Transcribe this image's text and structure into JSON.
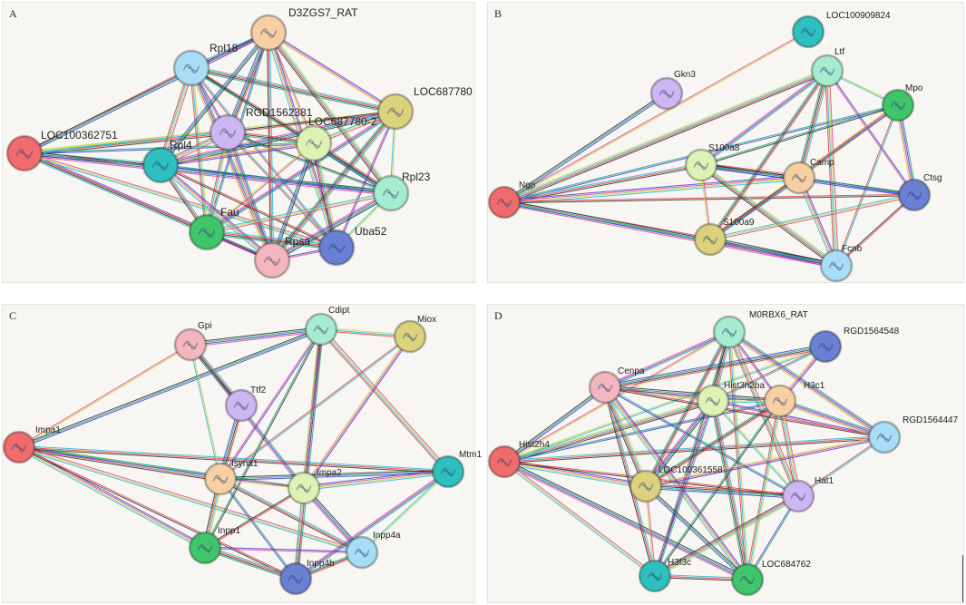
{
  "panels": [
    {
      "id": "A",
      "letter": "A",
      "nodes": [
        {
          "id": "LOC100362751",
          "label": "LOC100362751",
          "color": "#f06b6b"
        },
        {
          "id": "Rpl18",
          "label": "Rpl18",
          "color": "#a9dcf5"
        },
        {
          "id": "D3ZGS7_RAT",
          "label": "D3ZGS7_RAT",
          "color": "#f6cfa4"
        },
        {
          "id": "LOC687780",
          "label": "LOC687780",
          "color": "#dcd27e"
        },
        {
          "id": "RGD1562381",
          "label": "RGD1562381",
          "color": "#cdb6f1"
        },
        {
          "id": "LOC687780-2",
          "label": "LOC687780-2",
          "color": "#ddf2b4"
        },
        {
          "id": "Rpl4",
          "label": "Rpl4",
          "color": "#2fbfbf"
        },
        {
          "id": "Rpl23",
          "label": "Rpl23",
          "color": "#a5ecd0"
        },
        {
          "id": "Fau",
          "label": "Fau",
          "color": "#41c56b"
        },
        {
          "id": "Rpsa",
          "label": "Rpsa",
          "color": "#f4b6be"
        },
        {
          "id": "Uba52",
          "label": "Uba52",
          "color": "#6a80d2"
        }
      ],
      "edges": [
        [
          "LOC100362751",
          "Rpl18"
        ],
        [
          "LOC100362751",
          "D3ZGS7_RAT"
        ],
        [
          "LOC100362751",
          "RGD1562381"
        ],
        [
          "LOC100362751",
          "LOC687780-2"
        ],
        [
          "LOC100362751",
          "Rpl4"
        ],
        [
          "LOC100362751",
          "Fau"
        ],
        [
          "LOC100362751",
          "Rpsa"
        ],
        [
          "LOC100362751",
          "Uba52"
        ],
        [
          "LOC100362751",
          "Rpl23"
        ],
        [
          "LOC100362751",
          "LOC687780"
        ],
        [
          "Rpl18",
          "D3ZGS7_RAT"
        ],
        [
          "Rpl18",
          "LOC687780"
        ],
        [
          "Rpl18",
          "RGD1562381"
        ],
        [
          "Rpl18",
          "LOC687780-2"
        ],
        [
          "Rpl18",
          "Rpl4"
        ],
        [
          "Rpl18",
          "Rpl23"
        ],
        [
          "Rpl18",
          "Fau"
        ],
        [
          "Rpl18",
          "Rpsa"
        ],
        [
          "Rpl18",
          "Uba52"
        ],
        [
          "D3ZGS7_RAT",
          "LOC687780"
        ],
        [
          "D3ZGS7_RAT",
          "RGD1562381"
        ],
        [
          "D3ZGS7_RAT",
          "LOC687780-2"
        ],
        [
          "D3ZGS7_RAT",
          "Rpl4"
        ],
        [
          "D3ZGS7_RAT",
          "Rpl23"
        ],
        [
          "D3ZGS7_RAT",
          "Fau"
        ],
        [
          "D3ZGS7_RAT",
          "Rpsa"
        ],
        [
          "D3ZGS7_RAT",
          "Uba52"
        ],
        [
          "LOC687780",
          "RGD1562381"
        ],
        [
          "LOC687780",
          "LOC687780-2"
        ],
        [
          "LOC687780",
          "Rpl4"
        ],
        [
          "LOC687780",
          "Rpl23"
        ],
        [
          "LOC687780",
          "Fau"
        ],
        [
          "LOC687780",
          "Rpsa"
        ],
        [
          "LOC687780",
          "Uba52"
        ],
        [
          "RGD1562381",
          "LOC687780-2"
        ],
        [
          "RGD1562381",
          "Rpl4"
        ],
        [
          "RGD1562381",
          "Rpl23"
        ],
        [
          "RGD1562381",
          "Fau"
        ],
        [
          "RGD1562381",
          "Rpsa"
        ],
        [
          "RGD1562381",
          "Uba52"
        ],
        [
          "LOC687780-2",
          "Rpl4"
        ],
        [
          "LOC687780-2",
          "Rpl23"
        ],
        [
          "LOC687780-2",
          "Fau"
        ],
        [
          "LOC687780-2",
          "Rpsa"
        ],
        [
          "LOC687780-2",
          "Uba52"
        ],
        [
          "Rpl4",
          "Rpl23"
        ],
        [
          "Rpl4",
          "Fau"
        ],
        [
          "Rpl4",
          "Rpsa"
        ],
        [
          "Rpl4",
          "Uba52"
        ],
        [
          "Rpl23",
          "Fau"
        ],
        [
          "Rpl23",
          "Rpsa"
        ],
        [
          "Rpl23",
          "Uba52"
        ],
        [
          "Fau",
          "Rpsa"
        ],
        [
          "Fau",
          "Uba52"
        ],
        [
          "Rpsa",
          "Uba52"
        ]
      ]
    },
    {
      "id": "B",
      "letter": "B",
      "nodes": [
        {
          "id": "LOC100909824",
          "label": "LOC100909824",
          "color": "#2fbfbf"
        },
        {
          "id": "Gkn3",
          "label": "Gkn3",
          "color": "#cdb6f1"
        },
        {
          "id": "Ltf",
          "label": "Ltf",
          "color": "#a5ecd0"
        },
        {
          "id": "Mpo",
          "label": "Mpo",
          "color": "#41c56b"
        },
        {
          "id": "S100a8",
          "label": "S100a8",
          "color": "#ddf2b4"
        },
        {
          "id": "Camp",
          "label": "Camp",
          "color": "#f6cfa4"
        },
        {
          "id": "Ctsg",
          "label": "Ctsg",
          "color": "#6a80d2"
        },
        {
          "id": "Ngp",
          "label": "Ngp",
          "color": "#f06b6b"
        },
        {
          "id": "S100a9",
          "label": "S100a9",
          "color": "#dcd27e"
        },
        {
          "id": "Fcnb",
          "label": "Fcnb",
          "color": "#a9dcf5"
        }
      ],
      "edges": [
        [
          "Ngp",
          "LOC100909824"
        ],
        [
          "Ngp",
          "Gkn3"
        ],
        [
          "Ngp",
          "Ltf"
        ],
        [
          "Ngp",
          "Mpo"
        ],
        [
          "Ngp",
          "S100a8"
        ],
        [
          "Ngp",
          "Camp"
        ],
        [
          "Ngp",
          "Ctsg"
        ],
        [
          "Ngp",
          "S100a9"
        ],
        [
          "Ngp",
          "Fcnb"
        ],
        [
          "Ltf",
          "Mpo"
        ],
        [
          "Ltf",
          "S100a8"
        ],
        [
          "Ltf",
          "Camp"
        ],
        [
          "Ltf",
          "Ctsg"
        ],
        [
          "Ltf",
          "S100a9"
        ],
        [
          "Ltf",
          "Fcnb"
        ],
        [
          "Mpo",
          "S100a8"
        ],
        [
          "Mpo",
          "Camp"
        ],
        [
          "Mpo",
          "Ctsg"
        ],
        [
          "Mpo",
          "Fcnb"
        ],
        [
          "Mpo",
          "S100a9"
        ],
        [
          "S100a8",
          "Camp"
        ],
        [
          "S100a8",
          "S100a9"
        ],
        [
          "S100a8",
          "Ctsg"
        ],
        [
          "S100a8",
          "Fcnb"
        ],
        [
          "Camp",
          "Ctsg"
        ],
        [
          "Camp",
          "S100a9"
        ],
        [
          "Camp",
          "Fcnb"
        ],
        [
          "Ctsg",
          "Fcnb"
        ],
        [
          "Ctsg",
          "S100a9"
        ],
        [
          "S100a9",
          "Fcnb"
        ]
      ]
    },
    {
      "id": "C",
      "letter": "C",
      "nodes": [
        {
          "id": "Gpi",
          "label": "Gpi",
          "color": "#f4b6be"
        },
        {
          "id": "Cdipt",
          "label": "Cdipt",
          "color": "#a5ecd0"
        },
        {
          "id": "Miox",
          "label": "Miox",
          "color": "#dcd27e"
        },
        {
          "id": "Ttf2",
          "label": "Ttf2",
          "color": "#cdb6f1"
        },
        {
          "id": "Impa1",
          "label": "Impa1",
          "color": "#f06b6b"
        },
        {
          "id": "Isyna1",
          "label": "Isyna1",
          "color": "#f6cfa4"
        },
        {
          "id": "Impa2",
          "label": "Impa2",
          "color": "#ddf2b4"
        },
        {
          "id": "Mtm1",
          "label": "Mtm1",
          "color": "#2fbfbf"
        },
        {
          "id": "Inpp1",
          "label": "Inpp1",
          "color": "#41c56b"
        },
        {
          "id": "Inpp4a",
          "label": "Inpp4a",
          "color": "#a9dcf5"
        },
        {
          "id": "Inpp4b",
          "label": "Inpp4b",
          "color": "#6a80d2"
        }
      ],
      "edges": [
        [
          "Impa1",
          "Gpi"
        ],
        [
          "Impa1",
          "Cdipt"
        ],
        [
          "Impa1",
          "Isyna1"
        ],
        [
          "Impa1",
          "Impa2"
        ],
        [
          "Impa1",
          "Mtm1"
        ],
        [
          "Impa1",
          "Inpp1"
        ],
        [
          "Impa1",
          "Inpp4b"
        ],
        [
          "Impa1",
          "Inpp4a"
        ],
        [
          "Gpi",
          "Cdipt"
        ],
        [
          "Gpi",
          "Isyna1"
        ],
        [
          "Gpi",
          "Impa2"
        ],
        [
          "Gpi",
          "Ttf2"
        ],
        [
          "Cdipt",
          "Isyna1"
        ],
        [
          "Cdipt",
          "Impa2"
        ],
        [
          "Cdipt",
          "Mtm1"
        ],
        [
          "Cdipt",
          "Inpp1"
        ],
        [
          "Cdipt",
          "Miox"
        ],
        [
          "Cdipt",
          "Inpp4b"
        ],
        [
          "Miox",
          "Isyna1"
        ],
        [
          "Miox",
          "Impa2"
        ],
        [
          "Ttf2",
          "Isyna1"
        ],
        [
          "Isyna1",
          "Impa2"
        ],
        [
          "Isyna1",
          "Mtm1"
        ],
        [
          "Isyna1",
          "Inpp1"
        ],
        [
          "Isyna1",
          "Inpp4b"
        ],
        [
          "Isyna1",
          "Inpp4a"
        ],
        [
          "Impa2",
          "Mtm1"
        ],
        [
          "Impa2",
          "Inpp1"
        ],
        [
          "Impa2",
          "Inpp4b"
        ],
        [
          "Impa2",
          "Inpp4a"
        ],
        [
          "Mtm1",
          "Inpp4a"
        ],
        [
          "Mtm1",
          "Inpp4b"
        ],
        [
          "Inpp1",
          "Inpp4b"
        ],
        [
          "Inpp1",
          "Inpp4a"
        ],
        [
          "Inpp4a",
          "Inpp4b"
        ]
      ]
    },
    {
      "id": "D",
      "letter": "D",
      "nodes": [
        {
          "id": "M0RBX6_RAT",
          "label": "M0RBX6_RAT",
          "color": "#a5ecd0"
        },
        {
          "id": "RGD1564548",
          "label": "RGD1564548",
          "color": "#6a80d2"
        },
        {
          "id": "Cenpa",
          "label": "Cenpa",
          "color": "#f4b6be"
        },
        {
          "id": "Hist3h2ba",
          "label": "Hist3h2ba",
          "color": "#ddf2b4"
        },
        {
          "id": "H3c1",
          "label": "H3c1",
          "color": "#f6cfa4"
        },
        {
          "id": "RGD1564447",
          "label": "RGD1564447",
          "color": "#a9dcf5"
        },
        {
          "id": "Hist2h4",
          "label": "Hist2h4",
          "color": "#f06b6b"
        },
        {
          "id": "LOC100361558",
          "label": "LOC100361558",
          "color": "#dcd27e"
        },
        {
          "id": "Hat1",
          "label": "Hat1",
          "color": "#cdb6f1"
        },
        {
          "id": "H3f3c",
          "label": "H3f3c",
          "color": "#2fbfbf"
        },
        {
          "id": "LOC684762",
          "label": "LOC684762",
          "color": "#41c56b"
        }
      ],
      "edges": [
        [
          "Hist2h4",
          "M0RBX6_RAT"
        ],
        [
          "Hist2h4",
          "Cenpa"
        ],
        [
          "Hist2h4",
          "Hist3h2ba"
        ],
        [
          "Hist2h4",
          "H3c1"
        ],
        [
          "Hist2h4",
          "RGD1564447"
        ],
        [
          "Hist2h4",
          "LOC100361558"
        ],
        [
          "Hist2h4",
          "Hat1"
        ],
        [
          "Hist2h4",
          "H3f3c"
        ],
        [
          "Hist2h4",
          "LOC684762"
        ],
        [
          "Hist2h4",
          "RGD1564548"
        ],
        [
          "M0RBX6_RAT",
          "Cenpa"
        ],
        [
          "M0RBX6_RAT",
          "Hist3h2ba"
        ],
        [
          "M0RBX6_RAT",
          "H3c1"
        ],
        [
          "M0RBX6_RAT",
          "LOC100361558"
        ],
        [
          "M0RBX6_RAT",
          "Hat1"
        ],
        [
          "M0RBX6_RAT",
          "H3f3c"
        ],
        [
          "M0RBX6_RAT",
          "LOC684762"
        ],
        [
          "M0RBX6_RAT",
          "RGD1564447"
        ],
        [
          "RGD1564548",
          "Hist3h2ba"
        ],
        [
          "RGD1564548",
          "H3c1"
        ],
        [
          "RGD1564548",
          "Cenpa"
        ],
        [
          "Cenpa",
          "Hist3h2ba"
        ],
        [
          "Cenpa",
          "H3c1"
        ],
        [
          "Cenpa",
          "LOC100361558"
        ],
        [
          "Cenpa",
          "Hat1"
        ],
        [
          "Cenpa",
          "H3f3c"
        ],
        [
          "Cenpa",
          "LOC684762"
        ],
        [
          "Cenpa",
          "RGD1564447"
        ],
        [
          "Hist3h2ba",
          "H3c1"
        ],
        [
          "Hist3h2ba",
          "LOC100361558"
        ],
        [
          "Hist3h2ba",
          "Hat1"
        ],
        [
          "Hist3h2ba",
          "H3f3c"
        ],
        [
          "Hist3h2ba",
          "LOC684762"
        ],
        [
          "Hist3h2ba",
          "RGD1564447"
        ],
        [
          "H3c1",
          "LOC100361558"
        ],
        [
          "H3c1",
          "Hat1"
        ],
        [
          "H3c1",
          "H3f3c"
        ],
        [
          "H3c1",
          "LOC684762"
        ],
        [
          "H3c1",
          "RGD1564447"
        ],
        [
          "RGD1564447",
          "Hat1"
        ],
        [
          "RGD1564447",
          "LOC100361558"
        ],
        [
          "LOC100361558",
          "Hat1"
        ],
        [
          "LOC100361558",
          "H3f3c"
        ],
        [
          "LOC100361558",
          "LOC684762"
        ],
        [
          "Hat1",
          "H3f3c"
        ],
        [
          "Hat1",
          "LOC684762"
        ],
        [
          "H3f3c",
          "LOC684762"
        ]
      ]
    }
  ],
  "edge_colors": [
    "#e23d8e",
    "#2b2b2b",
    "#c6d43a",
    "#1f9f7a",
    "#20b6d6",
    "#3b3bd9",
    "#e03a3a"
  ]
}
